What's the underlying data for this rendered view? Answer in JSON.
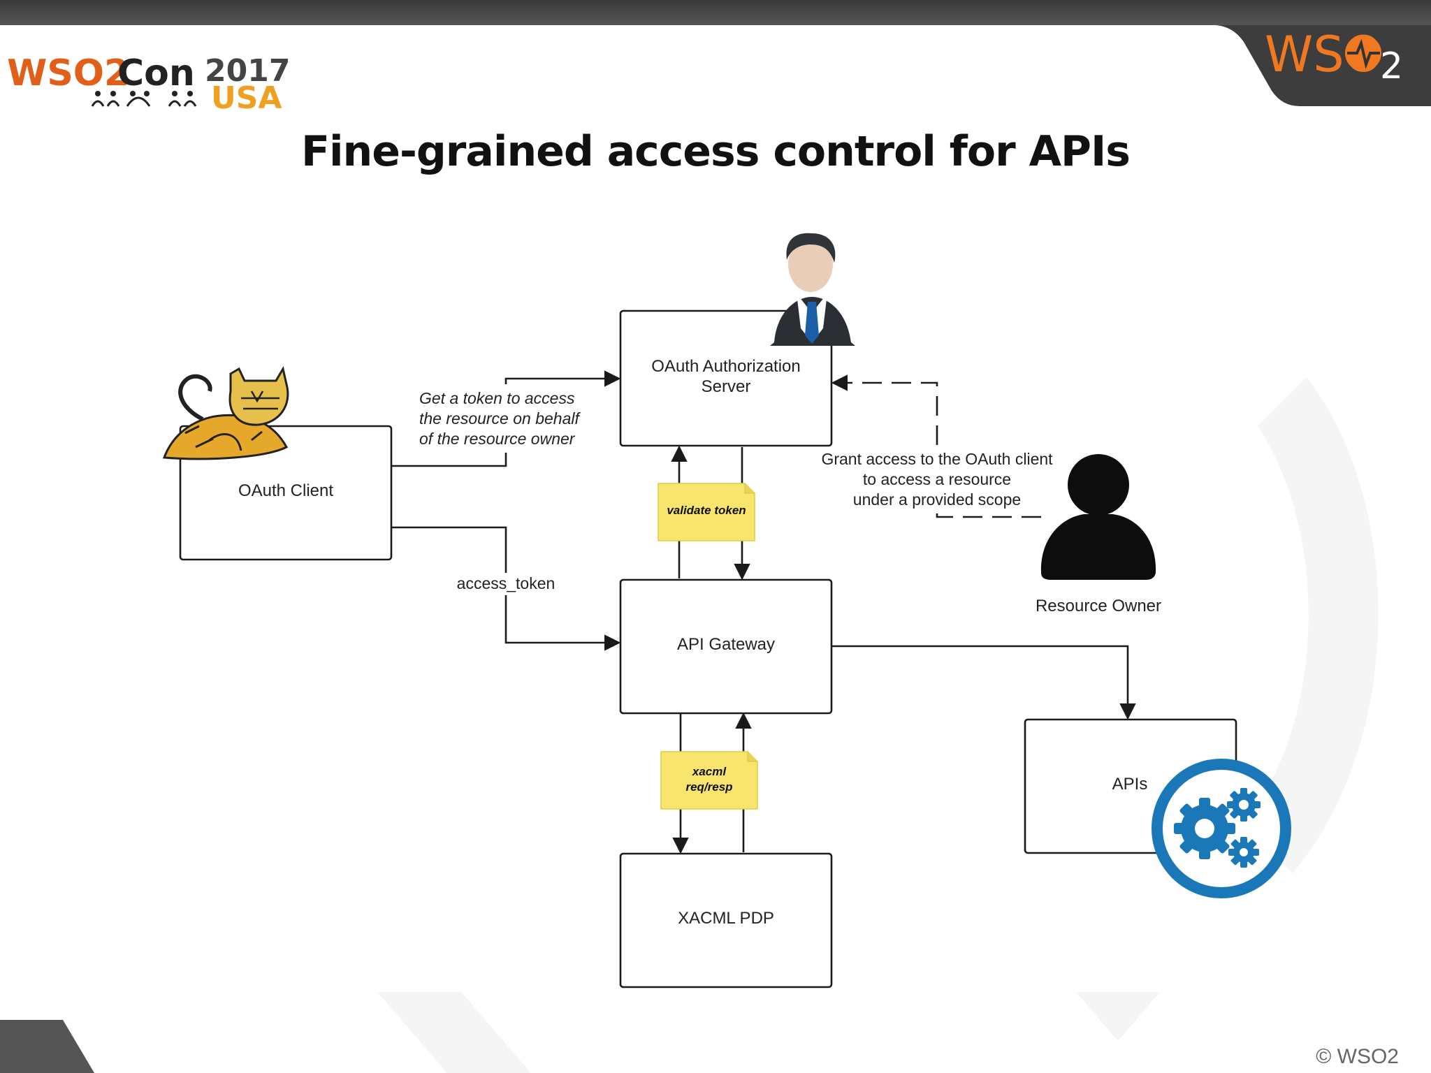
{
  "header": {
    "event_logo": {
      "part1": "WSO2",
      "part2": "Con",
      "year": "2017",
      "location": "USA"
    },
    "brand_logo": {
      "text": "WSO",
      "sub": "2"
    }
  },
  "title": "Fine-grained access control for APIs",
  "diagram": {
    "nodes": {
      "oauth_client": "OAuth Client",
      "auth_server_line1": "OAuth Authorization",
      "auth_server_line2": "Server",
      "api_gateway": "API Gateway",
      "xacml_pdp": "XACML PDP",
      "apis": "APIs",
      "resource_owner": "Resource Owner"
    },
    "edges": {
      "get_token": [
        "Get a token to access",
        "the resource on behalf",
        "of the resource owner"
      ],
      "access_token": "access_token",
      "grant_access": [
        "Grant access to the OAuth client",
        "to access a resource",
        "under a provided scope"
      ]
    },
    "notes": {
      "validate_token": "validate token",
      "xacml_line1": "xacml",
      "xacml_line2": "req/resp"
    },
    "icons": [
      "tomcat-icon",
      "businessman-icon",
      "user-silhouette-icon",
      "gears-icon"
    ],
    "colors": {
      "note_fill": "#f7e56e",
      "gear_blue": "#1b78b8",
      "line": "#1a1a1a"
    }
  },
  "footer": {
    "copyright": "© WSO2"
  }
}
